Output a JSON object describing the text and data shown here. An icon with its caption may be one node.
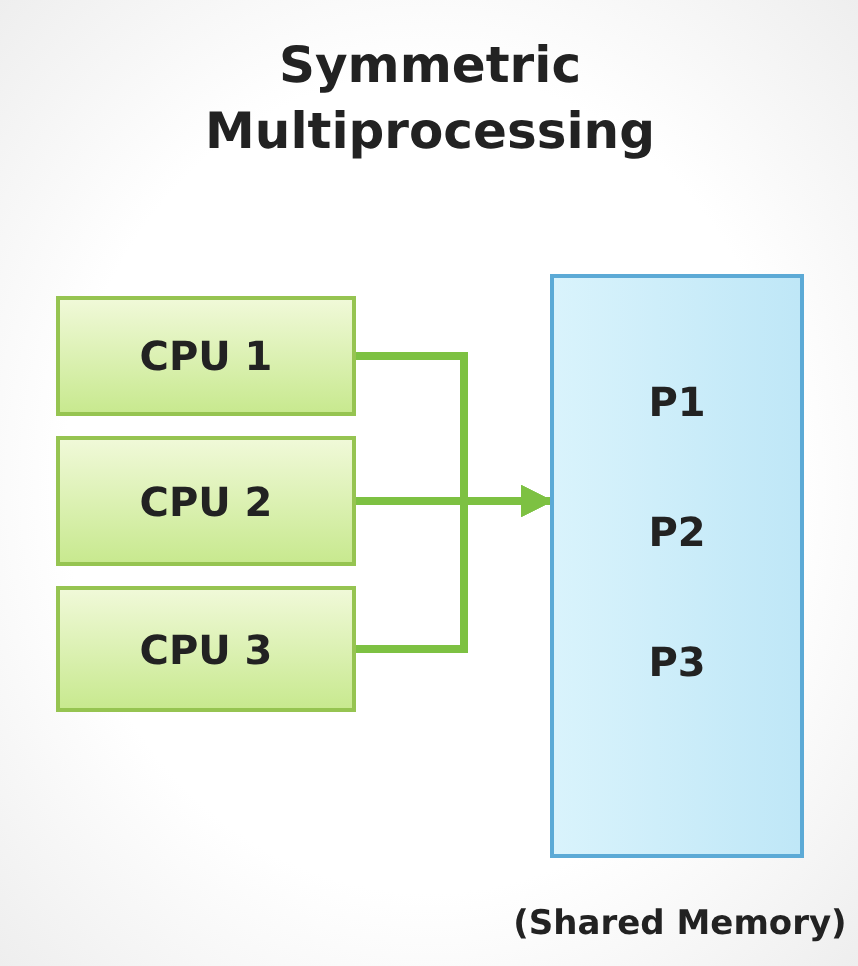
{
  "diagram": {
    "title": "Symmetric Multiprocessing",
    "nodes": [
      {
        "text": [
          "CPU 1"
        ]
      },
      {
        "text": [
          "CPU 2"
        ]
      },
      {
        "text": [
          "CPU 3"
        ]
      },
      {
        "text": [
          "P1",
          "P2",
          "P3"
        ],
        "beside": [
          "(Shared Memory)"
        ]
      }
    ],
    "edges": [
      {
        "from": 0,
        "to": 3,
        "arrow": "to"
      },
      {
        "from": 1,
        "to": 3,
        "arrow": "to"
      },
      {
        "from": 2,
        "to": 3,
        "arrow": "to"
      }
    ]
  }
}
